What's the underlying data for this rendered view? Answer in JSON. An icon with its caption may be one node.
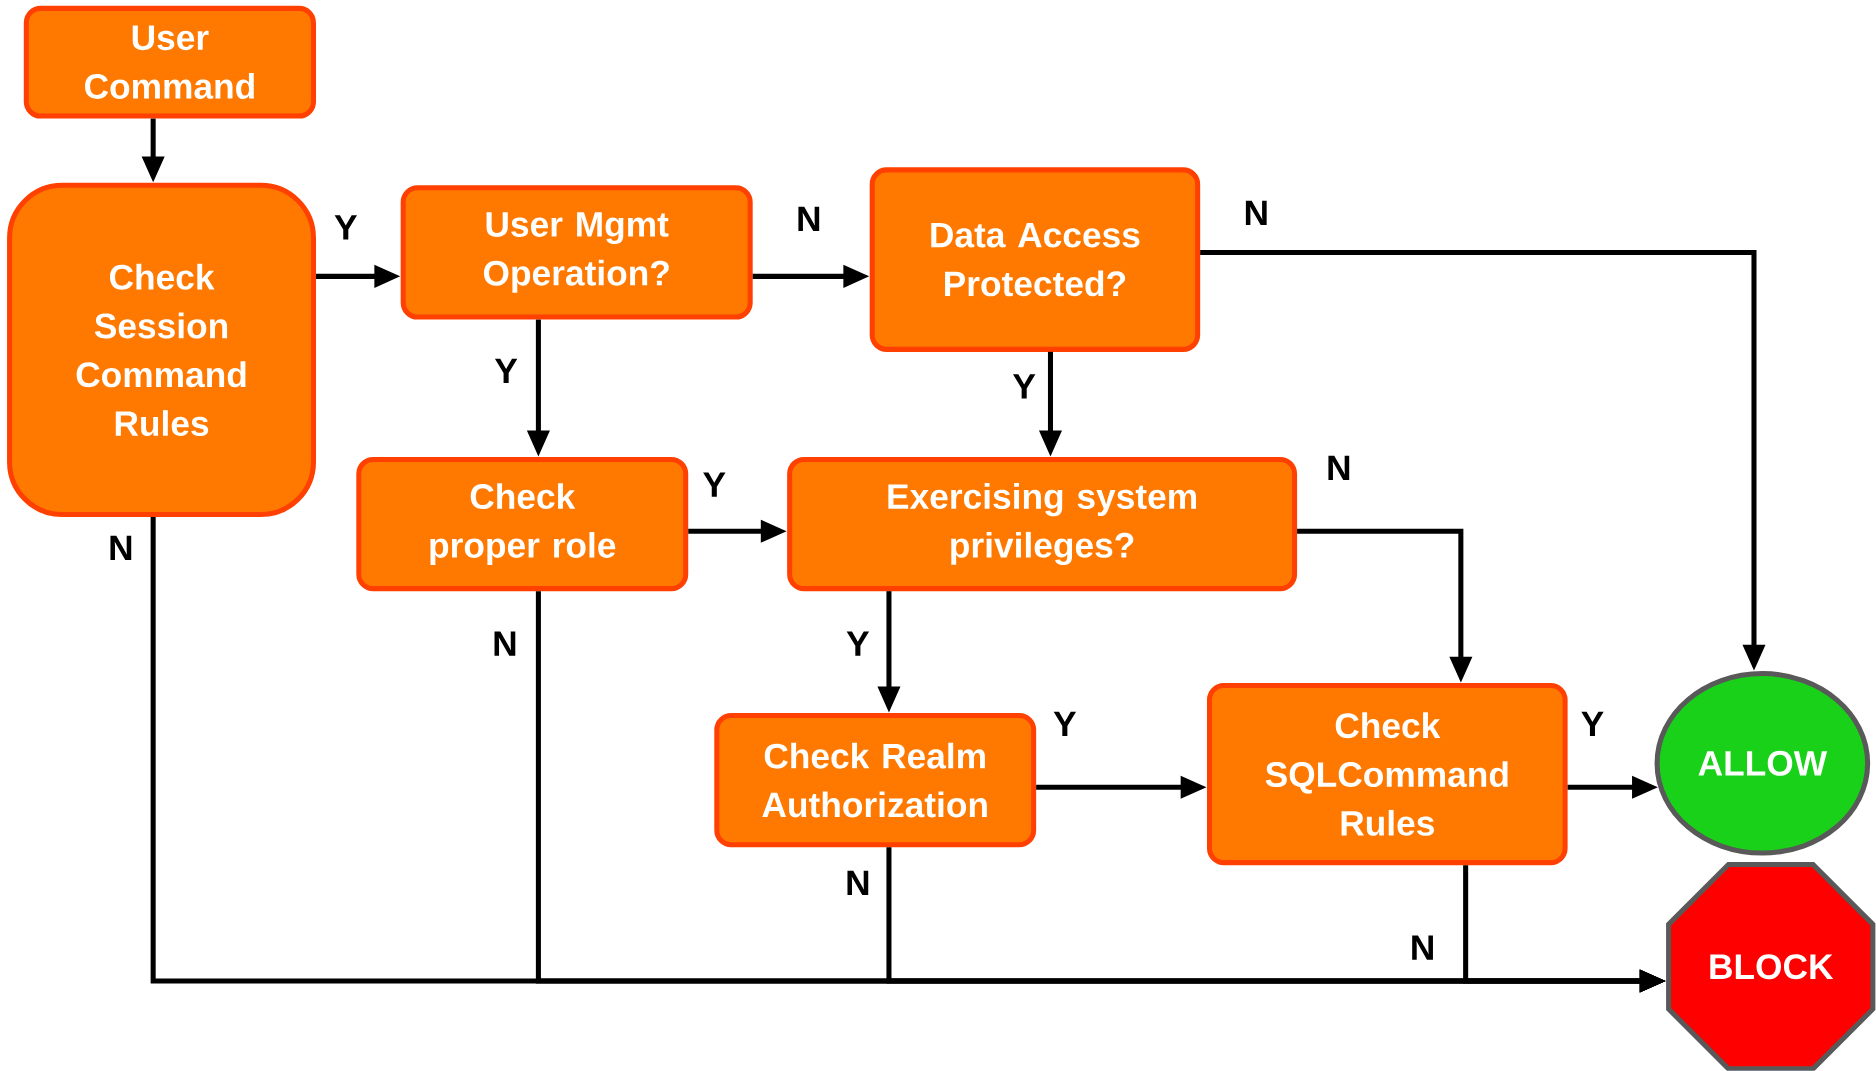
{
  "diagram": {
    "nodes": [
      {
        "text": [
          "User Command"
        ]
      },
      {
        "text": [
          "Check Session Command Rules"
        ]
      },
      {
        "text": [
          "User Mgmt Operation?"
        ]
      },
      {
        "text": [
          "Data Access Protected?"
        ]
      },
      {
        "text": [
          "Check proper role"
        ]
      },
      {
        "text": [
          "Exercising system privileges?"
        ]
      },
      {
        "text": [
          "Check Realm Authorization"
        ]
      },
      {
        "text": [
          "Check SQLCommand Rules"
        ]
      },
      {
        "text": [
          "ALLOW"
        ]
      },
      {
        "text": [
          "BLOCK"
        ]
      }
    ],
    "edges": [
      {
        "from": 0,
        "to": 1,
        "arrow": "to"
      },
      {
        "from": 1,
        "to": 2,
        "arrow": "to",
        "label": "Y"
      },
      {
        "from": 2,
        "to": 3,
        "arrow": "to",
        "label": "N"
      },
      {
        "from": 2,
        "to": 4,
        "arrow": "to",
        "label": "Y"
      },
      {
        "from": 3,
        "to": 8,
        "arrow": "to",
        "label": "N"
      },
      {
        "from": 3,
        "to": 5,
        "arrow": "to",
        "label": "Y"
      },
      {
        "from": 4,
        "to": 5,
        "arrow": "to",
        "label": "Y"
      },
      {
        "from": 5,
        "to": 7,
        "arrow": "to",
        "label": "N"
      },
      {
        "from": 5,
        "to": 6,
        "arrow": "to",
        "label": "Y"
      },
      {
        "from": 6,
        "to": 7,
        "arrow": "to",
        "label": "Y"
      },
      {
        "from": 7,
        "to": 8,
        "arrow": "to",
        "label": "Y"
      },
      {
        "from": 1,
        "to": 9,
        "arrow": "to",
        "label": "N"
      },
      {
        "from": 4,
        "to": 9,
        "arrow": "to",
        "label": "N"
      },
      {
        "from": 6,
        "to": 9,
        "arrow": "to",
        "label": "N"
      },
      {
        "from": 7,
        "to": 9,
        "arrow": "to",
        "label": "N"
      }
    ]
  }
}
